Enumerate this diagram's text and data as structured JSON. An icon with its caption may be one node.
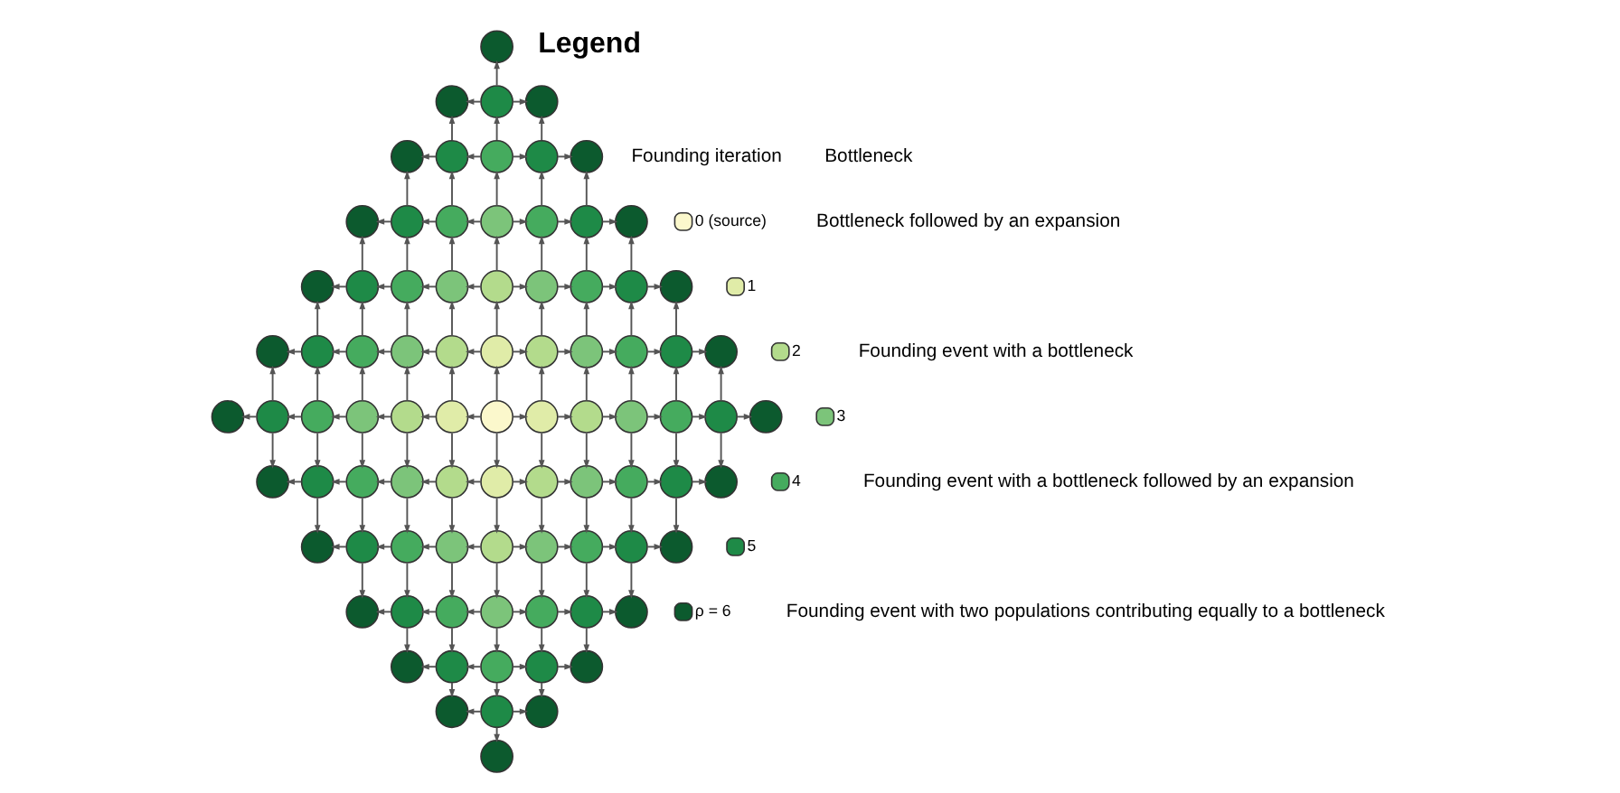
{
  "diagram": {
    "nodes": [
      {
        "text": [],
        "shape": "circle"
      },
      {
        "text": [],
        "shape": "circle"
      },
      {
        "text": [],
        "shape": "circle"
      },
      {
        "text": [],
        "shape": "circle"
      },
      {
        "text": [],
        "shape": "circle"
      },
      {
        "text": [],
        "shape": "circle"
      },
      {
        "text": [],
        "shape": "circle"
      },
      {
        "text": [],
        "shape": "circle"
      },
      {
        "text": [],
        "shape": "circle"
      },
      {
        "text": [],
        "shape": "circle"
      },
      {
        "text": [],
        "shape": "circle"
      },
      {
        "text": [],
        "shape": "circle"
      },
      {
        "text": [],
        "shape": "circle"
      },
      {
        "text": [],
        "shape": "circle"
      },
      {
        "text": [],
        "shape": "circle"
      },
      {
        "text": [],
        "shape": "circle"
      },
      {
        "text": [],
        "shape": "circle"
      },
      {
        "text": [],
        "shape": "circle"
      },
      {
        "text": [],
        "shape": "circle"
      },
      {
        "text": [],
        "shape": "circle"
      },
      {
        "text": [],
        "shape": "circle"
      },
      {
        "text": [],
        "shape": "circle"
      },
      {
        "text": [],
        "shape": "circle"
      },
      {
        "text": [],
        "shape": "circle"
      },
      {
        "text": [],
        "shape": "circle"
      },
      {
        "text": [],
        "shape": "circle"
      },
      {
        "text": [],
        "shape": "circle"
      },
      {
        "text": [],
        "shape": "circle"
      },
      {
        "text": [],
        "shape": "circle"
      },
      {
        "text": [],
        "shape": "circle"
      },
      {
        "text": [],
        "shape": "circle"
      },
      {
        "text": [],
        "shape": "circle"
      },
      {
        "text": [],
        "shape": "circle"
      },
      {
        "text": [],
        "shape": "circle"
      },
      {
        "text": [],
        "shape": "circle"
      },
      {
        "text": [],
        "shape": "circle"
      },
      {
        "text": [],
        "shape": "circle"
      },
      {
        "text": [],
        "shape": "circle"
      },
      {
        "text": [],
        "shape": "circle"
      },
      {
        "text": [],
        "shape": "circle"
      },
      {
        "text": [],
        "shape": "circle"
      },
      {
        "text": [],
        "shape": "circle"
      },
      {
        "text": [],
        "shape": "circle"
      },
      {
        "text": [],
        "shape": "circle"
      },
      {
        "text": [],
        "shape": "circle"
      },
      {
        "text": [],
        "shape": "circle"
      },
      {
        "text": [],
        "shape": "circle"
      },
      {
        "text": [],
        "shape": "circle"
      },
      {
        "text": [],
        "shape": "circle"
      },
      {
        "text": [],
        "shape": "circle"
      },
      {
        "text": [],
        "shape": "circle"
      },
      {
        "text": [],
        "shape": "circle"
      },
      {
        "text": [],
        "shape": "circle"
      },
      {
        "text": [],
        "shape": "circle"
      },
      {
        "text": [],
        "shape": "circle"
      },
      {
        "text": [],
        "shape": "circle"
      },
      {
        "text": [],
        "shape": "circle"
      },
      {
        "text": [],
        "shape": "circle"
      },
      {
        "text": [],
        "shape": "circle"
      },
      {
        "text": [],
        "shape": "circle"
      },
      {
        "text": [],
        "shape": "circle"
      },
      {
        "text": [],
        "shape": "circle"
      },
      {
        "text": [],
        "shape": "circle"
      },
      {
        "text": [],
        "shape": "circle"
      },
      {
        "text": [],
        "shape": "circle"
      },
      {
        "text": [],
        "shape": "circle"
      },
      {
        "text": [],
        "shape": "circle"
      },
      {
        "text": [],
        "shape": "circle"
      },
      {
        "text": [],
        "shape": "circle"
      },
      {
        "text": [],
        "shape": "circle"
      },
      {
        "text": [],
        "shape": "circle"
      },
      {
        "text": [],
        "shape": "circle"
      },
      {
        "text": [],
        "shape": "circle"
      },
      {
        "text": [],
        "shape": "circle"
      },
      {
        "text": [],
        "shape": "circle"
      },
      {
        "text": [],
        "shape": "circle"
      },
      {
        "text": [],
        "shape": "circle"
      },
      {
        "text": [],
        "shape": "circle"
      },
      {
        "text": [],
        "shape": "circle"
      },
      {
        "text": [],
        "shape": "circle"
      },
      {
        "text": [],
        "shape": "circle"
      },
      {
        "text": [],
        "shape": "circle"
      },
      {
        "text": [],
        "shape": "circle"
      },
      {
        "text": [],
        "shape": "circle"
      },
      {
        "text": [],
        "shape": "circle"
      }
    ],
    "edges": [
      {
        "from": 2,
        "to": 1,
        "arrow": "to"
      },
      {
        "from": 2,
        "to": 3,
        "arrow": "to"
      },
      {
        "from": 5,
        "to": 4,
        "arrow": "to"
      },
      {
        "from": 6,
        "to": 5,
        "arrow": "to"
      },
      {
        "from": 6,
        "to": 7,
        "arrow": "to"
      },
      {
        "from": 7,
        "to": 8,
        "arrow": "to"
      },
      {
        "from": 10,
        "to": 9,
        "arrow": "to"
      },
      {
        "from": 11,
        "to": 10,
        "arrow": "to"
      },
      {
        "from": 12,
        "to": 11,
        "arrow": "to"
      },
      {
        "from": 12,
        "to": 13,
        "arrow": "to"
      },
      {
        "from": 13,
        "to": 14,
        "arrow": "to"
      },
      {
        "from": 14,
        "to": 15,
        "arrow": "to"
      },
      {
        "from": 17,
        "to": 16,
        "arrow": "to"
      },
      {
        "from": 18,
        "to": 17,
        "arrow": "to"
      },
      {
        "from": 19,
        "to": 18,
        "arrow": "to"
      },
      {
        "from": 20,
        "to": 19,
        "arrow": "to"
      },
      {
        "from": 20,
        "to": 21,
        "arrow": "to"
      },
      {
        "from": 21,
        "to": 22,
        "arrow": "to"
      },
      {
        "from": 22,
        "to": 23,
        "arrow": "to"
      },
      {
        "from": 23,
        "to": 24,
        "arrow": "to"
      },
      {
        "from": 26,
        "to": 25,
        "arrow": "to"
      },
      {
        "from": 27,
        "to": 26,
        "arrow": "to"
      },
      {
        "from": 28,
        "to": 27,
        "arrow": "to"
      },
      {
        "from": 29,
        "to": 28,
        "arrow": "to"
      },
      {
        "from": 30,
        "to": 29,
        "arrow": "to"
      },
      {
        "from": 30,
        "to": 31,
        "arrow": "to"
      },
      {
        "from": 31,
        "to": 32,
        "arrow": "to"
      },
      {
        "from": 32,
        "to": 33,
        "arrow": "to"
      },
      {
        "from": 33,
        "to": 34,
        "arrow": "to"
      },
      {
        "from": 34,
        "to": 35,
        "arrow": "to"
      },
      {
        "from": 37,
        "to": 36,
        "arrow": "to"
      },
      {
        "from": 38,
        "to": 37,
        "arrow": "to"
      },
      {
        "from": 39,
        "to": 38,
        "arrow": "to"
      },
      {
        "from": 40,
        "to": 39,
        "arrow": "to"
      },
      {
        "from": 41,
        "to": 40,
        "arrow": "to"
      },
      {
        "from": 42,
        "to": 41,
        "arrow": "to"
      },
      {
        "from": 42,
        "to": 43,
        "arrow": "to"
      },
      {
        "from": 43,
        "to": 44,
        "arrow": "to"
      },
      {
        "from": 44,
        "to": 45,
        "arrow": "to"
      },
      {
        "from": 45,
        "to": 46,
        "arrow": "to"
      },
      {
        "from": 46,
        "to": 47,
        "arrow": "to"
      },
      {
        "from": 47,
        "to": 48,
        "arrow": "to"
      },
      {
        "from": 50,
        "to": 49,
        "arrow": "to"
      },
      {
        "from": 51,
        "to": 50,
        "arrow": "to"
      },
      {
        "from": 52,
        "to": 51,
        "arrow": "to"
      },
      {
        "from": 53,
        "to": 52,
        "arrow": "to"
      },
      {
        "from": 54,
        "to": 53,
        "arrow": "to"
      },
      {
        "from": 54,
        "to": 55,
        "arrow": "to"
      },
      {
        "from": 55,
        "to": 56,
        "arrow": "to"
      },
      {
        "from": 56,
        "to": 57,
        "arrow": "to"
      },
      {
        "from": 57,
        "to": 58,
        "arrow": "to"
      },
      {
        "from": 58,
        "to": 59,
        "arrow": "to"
      },
      {
        "from": 61,
        "to": 60,
        "arrow": "to"
      },
      {
        "from": 62,
        "to": 61,
        "arrow": "to"
      },
      {
        "from": 63,
        "to": 62,
        "arrow": "to"
      },
      {
        "from": 64,
        "to": 63,
        "arrow": "to"
      },
      {
        "from": 64,
        "to": 65,
        "arrow": "to"
      },
      {
        "from": 65,
        "to": 66,
        "arrow": "to"
      },
      {
        "from": 66,
        "to": 67,
        "arrow": "to"
      },
      {
        "from": 67,
        "to": 68,
        "arrow": "to"
      },
      {
        "from": 70,
        "to": 69,
        "arrow": "to"
      },
      {
        "from": 71,
        "to": 70,
        "arrow": "to"
      },
      {
        "from": 72,
        "to": 71,
        "arrow": "to"
      },
      {
        "from": 72,
        "to": 73,
        "arrow": "to"
      },
      {
        "from": 73,
        "to": 74,
        "arrow": "to"
      },
      {
        "from": 74,
        "to": 75,
        "arrow": "to"
      },
      {
        "from": 77,
        "to": 76,
        "arrow": "to"
      },
      {
        "from": 78,
        "to": 77,
        "arrow": "to"
      },
      {
        "from": 78,
        "to": 79,
        "arrow": "to"
      },
      {
        "from": 79,
        "to": 80,
        "arrow": "to"
      },
      {
        "from": 82,
        "to": 81,
        "arrow": "to"
      },
      {
        "from": 82,
        "to": 83,
        "arrow": "to"
      },
      {
        "from": 2,
        "to": 0,
        "arrow": "to"
      },
      {
        "from": 5,
        "to": 1,
        "arrow": "to"
      },
      {
        "from": 6,
        "to": 2,
        "arrow": "to"
      },
      {
        "from": 7,
        "to": 3,
        "arrow": "to"
      },
      {
        "from": 10,
        "to": 4,
        "arrow": "to"
      },
      {
        "from": 11,
        "to": 5,
        "arrow": "to"
      },
      {
        "from": 12,
        "to": 6,
        "arrow": "to"
      },
      {
        "from": 13,
        "to": 7,
        "arrow": "to"
      },
      {
        "from": 14,
        "to": 8,
        "arrow": "to"
      },
      {
        "from": 17,
        "to": 9,
        "arrow": "to"
      },
      {
        "from": 18,
        "to": 10,
        "arrow": "to"
      },
      {
        "from": 19,
        "to": 11,
        "arrow": "to"
      },
      {
        "from": 20,
        "to": 12,
        "arrow": "to"
      },
      {
        "from": 21,
        "to": 13,
        "arrow": "to"
      },
      {
        "from": 22,
        "to": 14,
        "arrow": "to"
      },
      {
        "from": 23,
        "to": 15,
        "arrow": "to"
      },
      {
        "from": 26,
        "to": 16,
        "arrow": "to"
      },
      {
        "from": 27,
        "to": 17,
        "arrow": "to"
      },
      {
        "from": 28,
        "to": 18,
        "arrow": "to"
      },
      {
        "from": 29,
        "to": 19,
        "arrow": "to"
      },
      {
        "from": 30,
        "to": 20,
        "arrow": "to"
      },
      {
        "from": 31,
        "to": 21,
        "arrow": "to"
      },
      {
        "from": 32,
        "to": 22,
        "arrow": "to"
      },
      {
        "from": 33,
        "to": 23,
        "arrow": "to"
      },
      {
        "from": 34,
        "to": 24,
        "arrow": "to"
      },
      {
        "from": 37,
        "to": 25,
        "arrow": "to"
      },
      {
        "from": 38,
        "to": 26,
        "arrow": "to"
      },
      {
        "from": 39,
        "to": 27,
        "arrow": "to"
      },
      {
        "from": 40,
        "to": 28,
        "arrow": "to"
      },
      {
        "from": 41,
        "to": 29,
        "arrow": "to"
      },
      {
        "from": 42,
        "to": 30,
        "arrow": "to"
      },
      {
        "from": 43,
        "to": 31,
        "arrow": "to"
      },
      {
        "from": 44,
        "to": 32,
        "arrow": "to"
      },
      {
        "from": 45,
        "to": 33,
        "arrow": "to"
      },
      {
        "from": 46,
        "to": 34,
        "arrow": "to"
      },
      {
        "from": 47,
        "to": 35,
        "arrow": "to"
      },
      {
        "from": 37,
        "to": 49,
        "arrow": "to"
      },
      {
        "from": 38,
        "to": 50,
        "arrow": "to"
      },
      {
        "from": 39,
        "to": 51,
        "arrow": "to"
      },
      {
        "from": 40,
        "to": 52,
        "arrow": "to"
      },
      {
        "from": 41,
        "to": 53,
        "arrow": "to"
      },
      {
        "from": 42,
        "to": 54,
        "arrow": "to"
      },
      {
        "from": 43,
        "to": 55,
        "arrow": "to"
      },
      {
        "from": 44,
        "to": 56,
        "arrow": "to"
      },
      {
        "from": 45,
        "to": 57,
        "arrow": "to"
      },
      {
        "from": 46,
        "to": 58,
        "arrow": "to"
      },
      {
        "from": 47,
        "to": 59,
        "arrow": "to"
      },
      {
        "from": 50,
        "to": 60,
        "arrow": "to"
      },
      {
        "from": 51,
        "to": 61,
        "arrow": "to"
      },
      {
        "from": 52,
        "to": 62,
        "arrow": "to"
      },
      {
        "from": 53,
        "to": 63,
        "arrow": "to"
      },
      {
        "from": 54,
        "to": 64,
        "arrow": "to"
      },
      {
        "from": 55,
        "to": 65,
        "arrow": "to"
      },
      {
        "from": 56,
        "to": 66,
        "arrow": "to"
      },
      {
        "from": 57,
        "to": 67,
        "arrow": "to"
      },
      {
        "from": 58,
        "to": 68,
        "arrow": "to"
      },
      {
        "from": 61,
        "to": 69,
        "arrow": "to"
      },
      {
        "from": 62,
        "to": 70,
        "arrow": "to"
      },
      {
        "from": 63,
        "to": 71,
        "arrow": "to"
      },
      {
        "from": 64,
        "to": 72,
        "arrow": "to"
      },
      {
        "from": 65,
        "to": 73,
        "arrow": "to"
      },
      {
        "from": 66,
        "to": 74,
        "arrow": "to"
      },
      {
        "from": 67,
        "to": 75,
        "arrow": "to"
      },
      {
        "from": 70,
        "to": 76,
        "arrow": "to"
      },
      {
        "from": 71,
        "to": 77,
        "arrow": "to"
      },
      {
        "from": 72,
        "to": 78,
        "arrow": "to"
      },
      {
        "from": 73,
        "to": 79,
        "arrow": "to"
      },
      {
        "from": 74,
        "to": 80,
        "arrow": "to"
      },
      {
        "from": 77,
        "to": 81,
        "arrow": "to"
      },
      {
        "from": 78,
        "to": 82,
        "arrow": "to"
      },
      {
        "from": 79,
        "to": 83,
        "arrow": "to"
      },
      {
        "from": 82,
        "to": 84,
        "arrow": "to"
      }
    ],
    "labels": [
      "Legend",
      "Founding iteration"
    ],
    "legend": [
      {
        "text": "0 (source)",
        "color": "#fbf8cc"
      },
      {
        "text": "1",
        "color": "#e0eca8"
      },
      {
        "text": "2",
        "color": "#b3db8c"
      },
      {
        "text": "3",
        "color": "#7cc47a"
      },
      {
        "text": "4",
        "color": "#45ab5e"
      },
      {
        "text": "5",
        "color": "#1e8a47"
      },
      {
        "text": "ρ = 6",
        "color": "#0c5a2e"
      },
      {
        "text": "Bottleneck"
      },
      {
        "text": "Bottleneck followed by an expansion"
      },
      {
        "text": "Founding event with a bottleneck"
      },
      {
        "text": "Founding event with a bottleneck followed by an expansion"
      },
      {
        "text": "Founding event with two populations contributing equally to a bottleneck"
      }
    ]
  }
}
